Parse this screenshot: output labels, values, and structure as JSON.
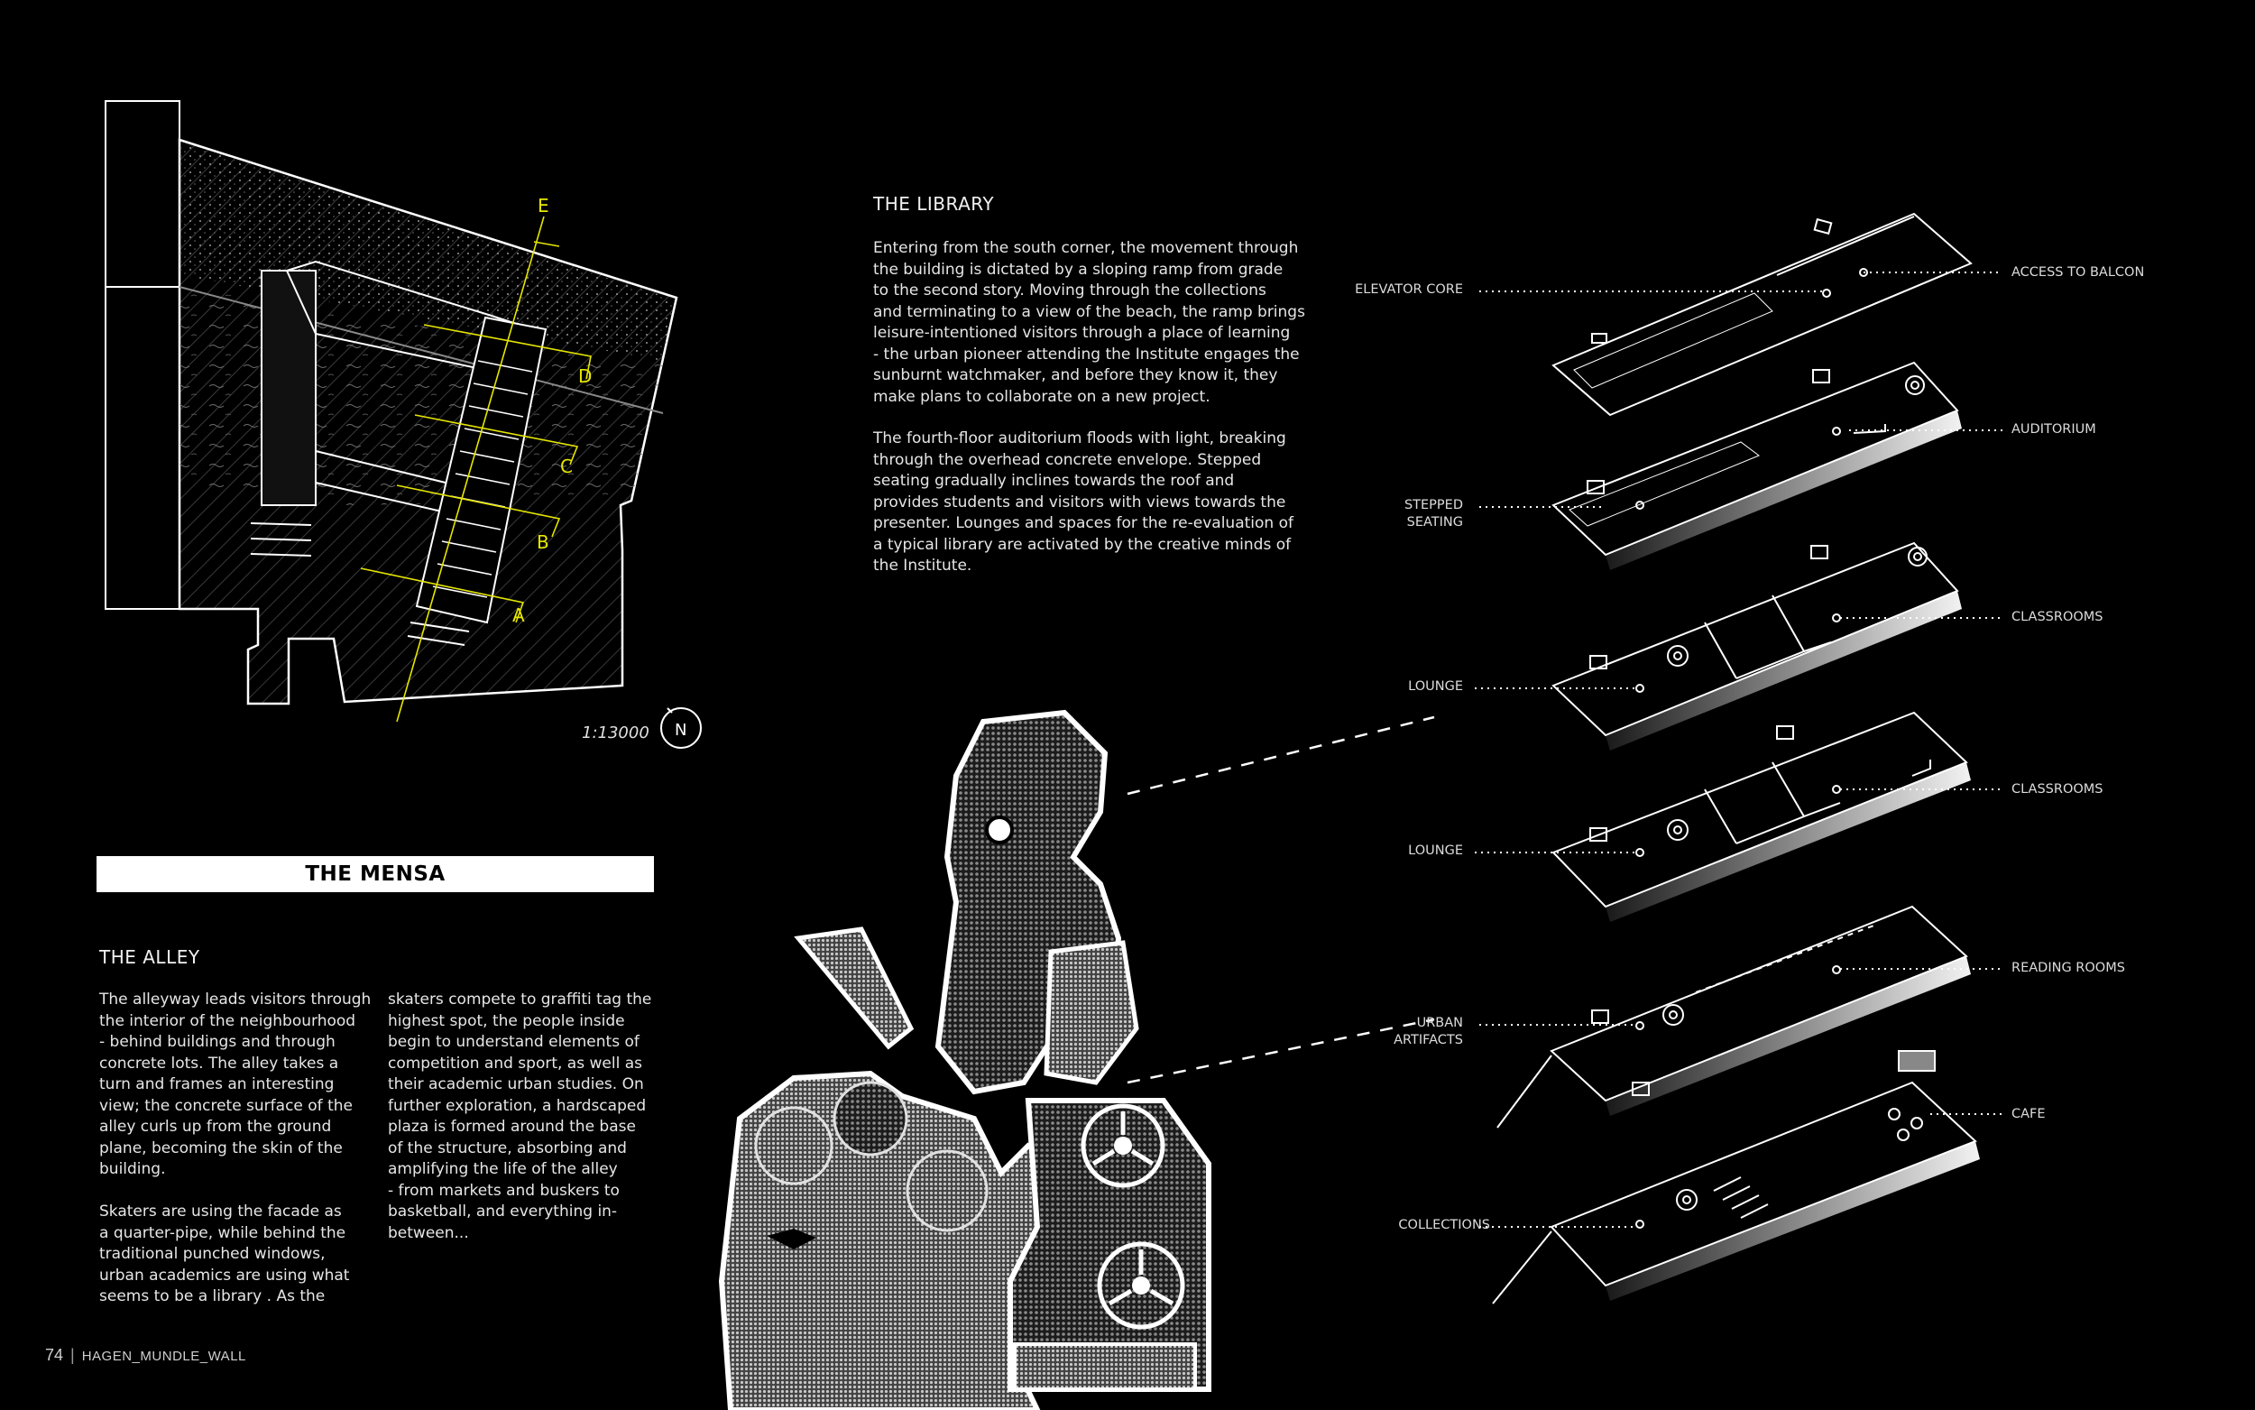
{
  "site_plan": {
    "section_labels": [
      "E",
      "D",
      "C",
      "B",
      "A"
    ],
    "scale": "1:13000",
    "north": "N"
  },
  "library": {
    "heading": "THE LIBRARY",
    "paragraph1": "Entering from the south corner, the movement through\nthe building is dictated by a sloping ramp from grade\nto the second story.  Moving through the collections\nand terminating to a view of the beach, the ramp brings\nleisure-intentioned visitors through a place of learning\n- the urban pioneer attending the Institute engages the\nsunburnt watchmaker, and before they know it, they\nmake plans to collaborate on a new project.",
    "paragraph2": "The fourth-floor auditorium floods with light, breaking\nthrough the overhead concrete envelope. Stepped\nseating gradually inclines towards the roof and\nprovides students and visitors with views towards the\npresenter.  Lounges and spaces for the re-evaluation of\na typical library are activated by the creative minds of\nthe Institute."
  },
  "mensa": {
    "title": "THE MENSA"
  },
  "alley": {
    "heading": "THE ALLEY",
    "col1": "The alleyway leads visitors through\nthe interior of the neighbourhood\n- behind buildings and through\nconcrete lots.  The alley takes a\nturn and frames an interesting\nview; the concrete surface of the\nalley curls up from the ground\nplane, becoming the skin of the\nbuilding.\n\nSkaters are using the facade as\na quarter-pipe, while behind the\ntraditional punched windows,\nurban academics are using what\nseems to be a library . As the",
    "col2": "skaters compete to graffiti tag the\nhighest spot, the people inside\nbegin to understand elements of\ncompetition and sport, as well as\ntheir academic urban studies. On\nfurther exploration, a hardscaped\nplaza is formed around the base\nof the structure, absorbing and\namplifying the life of the alley\n- from markets and buskers to\nbasketball, and everything in-\nbetween..."
  },
  "axon_labels": {
    "left": {
      "elevator": "ELEVATOR\nCORE",
      "stepped": "STEPPED\nSEATING",
      "lounge1": "LOUNGE",
      "lounge2": "LOUNGE",
      "urban": "URBAN\nARTIFACTS",
      "collections": "COLLECTIONS"
    },
    "right": {
      "balcony": "ACCESS TO BALCON",
      "auditorium": "AUDITORIUM",
      "classrooms1": "CLASSROOMS",
      "classrooms2": "CLASSROOMS",
      "reading": "READING ROOMS",
      "cafe": "CAFE"
    }
  },
  "footer": {
    "page_number": "74",
    "separator": "|",
    "name": "HAGEN_MUNDLE_WALL"
  },
  "colors": {
    "background": "#000000",
    "section_line": "#e6e600",
    "linework": "#ffffff"
  }
}
